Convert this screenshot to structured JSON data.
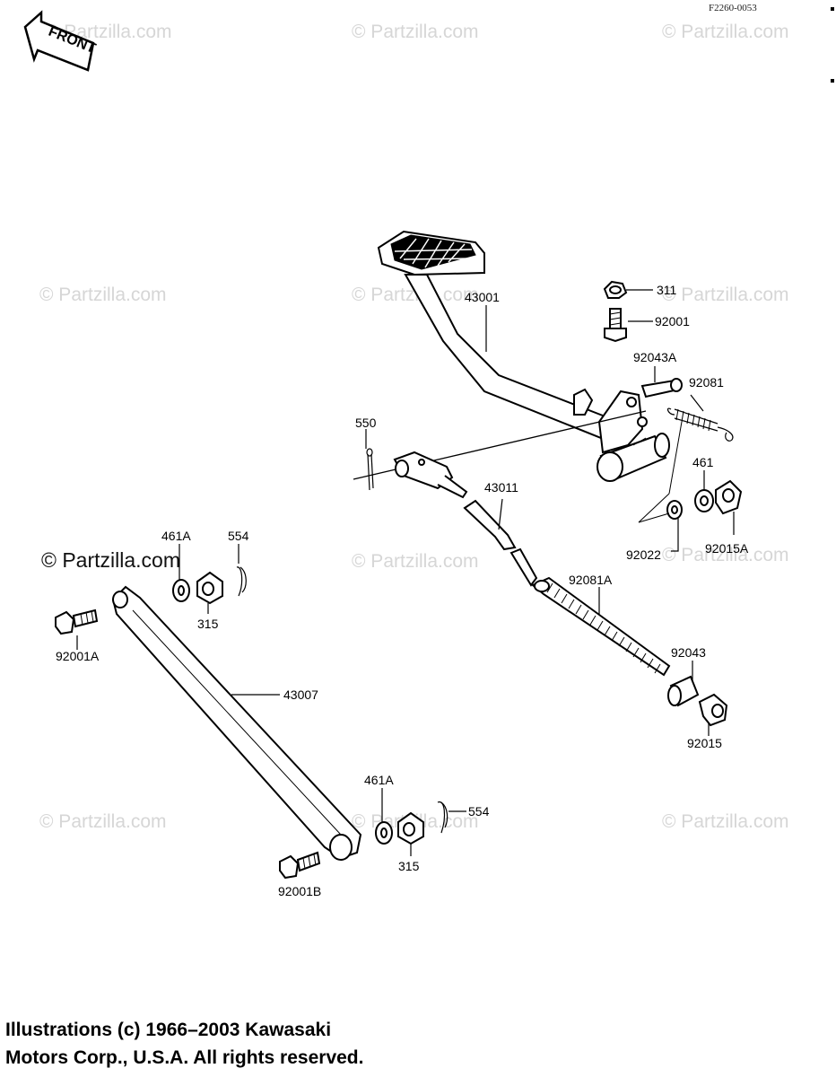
{
  "figure_code": "F2260-0053",
  "front_label": "FRONT",
  "watermarks": [
    "© Partzilla.com",
    "© Partzilla.com",
    "© Partzilla.com",
    "© Partzilla.com",
    "© Partzilla.com",
    "© Partzilla.com",
    "© Partzilla.com",
    "© Partzilla.com",
    "© Partzilla.com",
    "© Partzilla.com",
    "© Partzilla.com",
    "© Partzilla.com"
  ],
  "part_labels": [
    "311",
    "92001",
    "92043A",
    "92081",
    "43001",
    "550",
    "43011",
    "461",
    "92022",
    "92015A",
    "461A",
    "554",
    "315",
    "92001A",
    "92081A",
    "92043",
    "92015",
    "43007",
    "461A",
    "554",
    "315",
    "92001B"
  ],
  "footer": {
    "line1": "Illustrations (c) 1966–2003 Kawasaki",
    "line2": "Motors Corp., U.S.A.  All rights reserved."
  }
}
